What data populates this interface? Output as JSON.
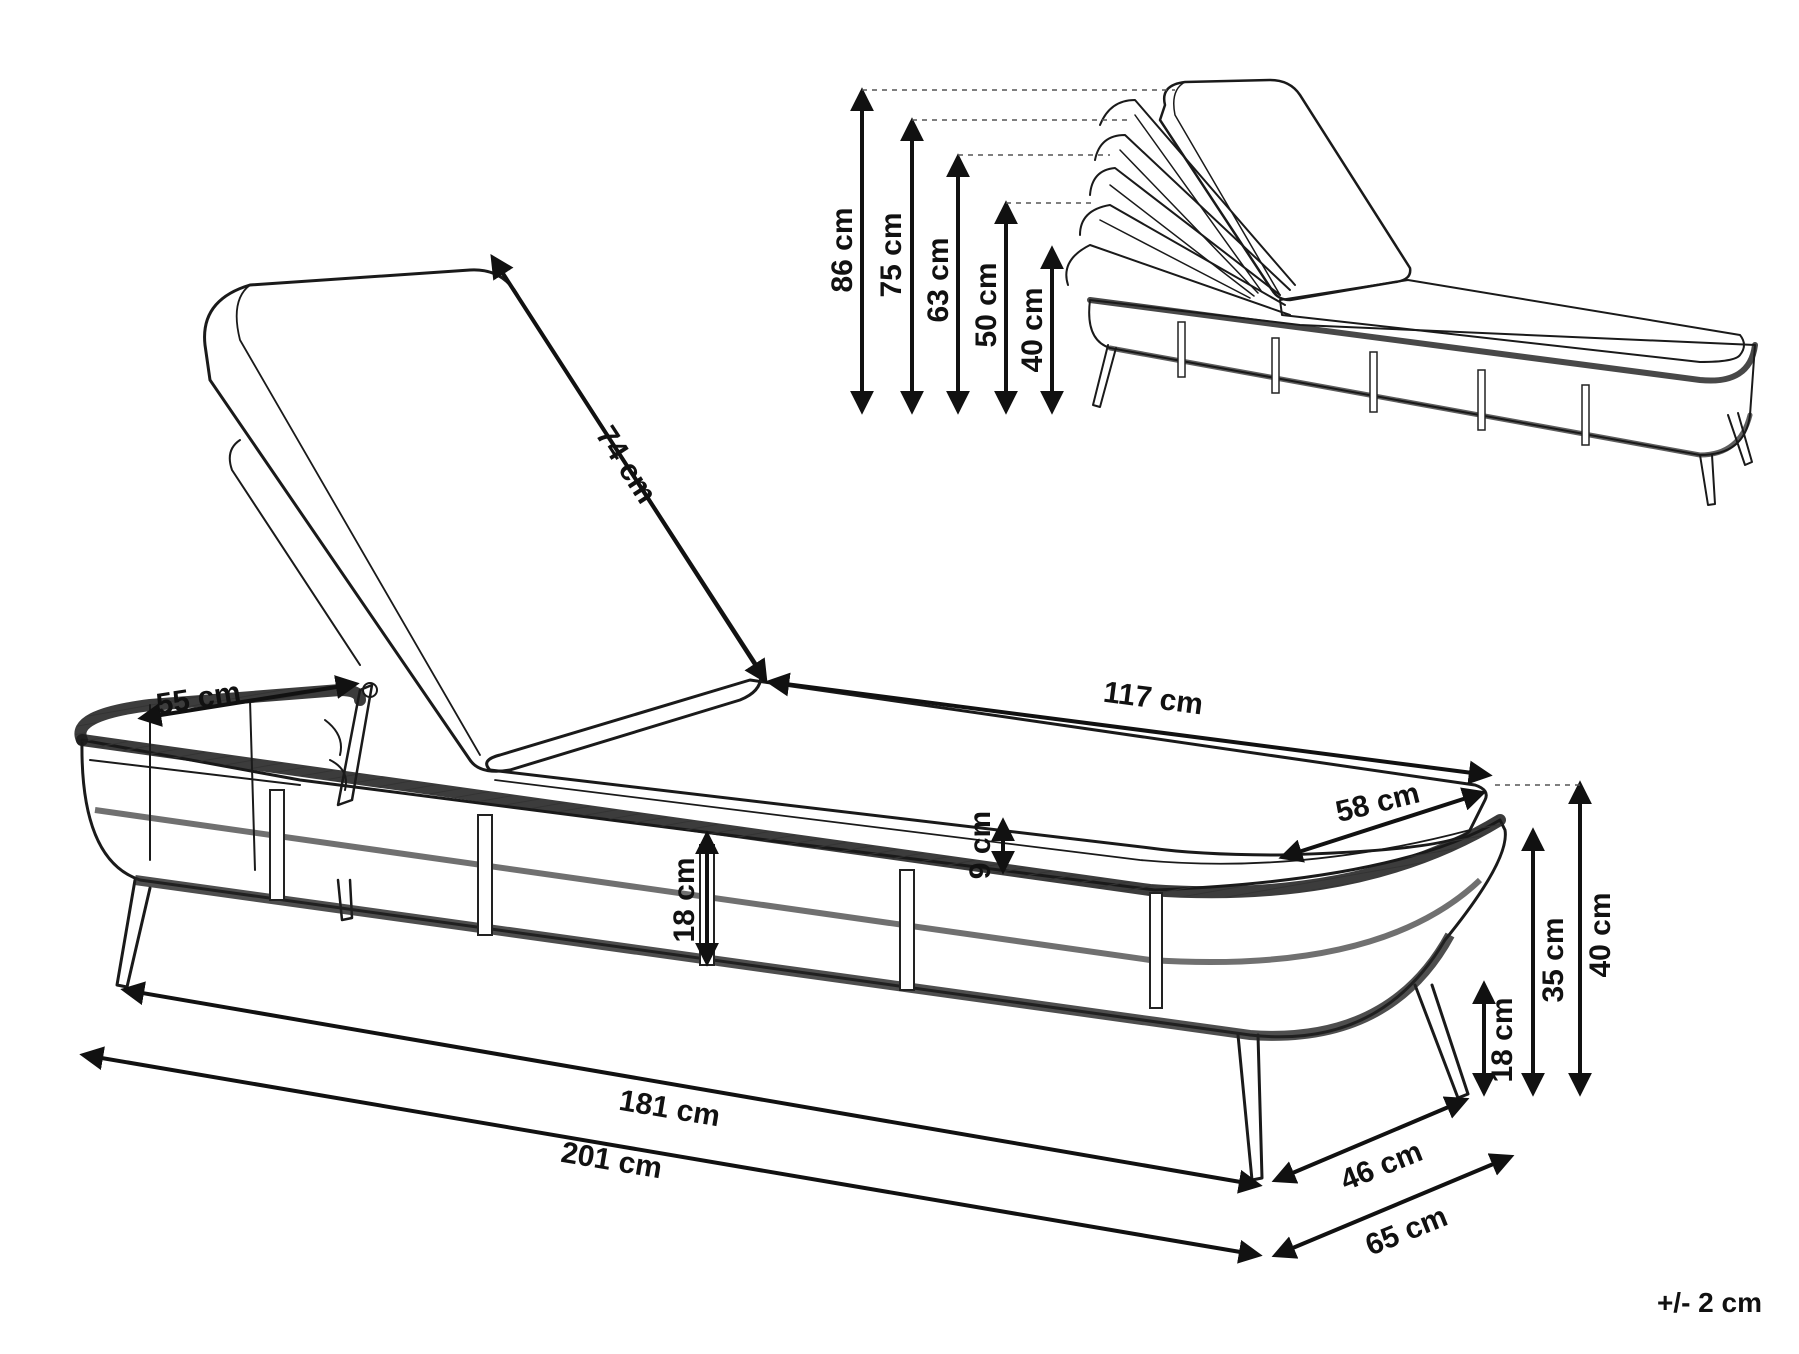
{
  "diagram": {
    "dimensions": {
      "backrest_length": "74 cm",
      "seat_length": "117 cm",
      "head_width": "55 cm",
      "seat_width": "58 cm",
      "cushion_thickness": "9 cm",
      "frame_height": "18 cm",
      "leg_height": "18 cm",
      "seat_height": "35 cm",
      "total_height": "40 cm",
      "leg_span_length": "181 cm",
      "total_length": "201 cm",
      "leg_span_width": "46 cm",
      "total_width": "65 cm"
    },
    "backrest_heights": [
      "86 cm",
      "75 cm",
      "63 cm",
      "50 cm",
      "40 cm"
    ],
    "tolerance": "+/- 2 cm"
  }
}
